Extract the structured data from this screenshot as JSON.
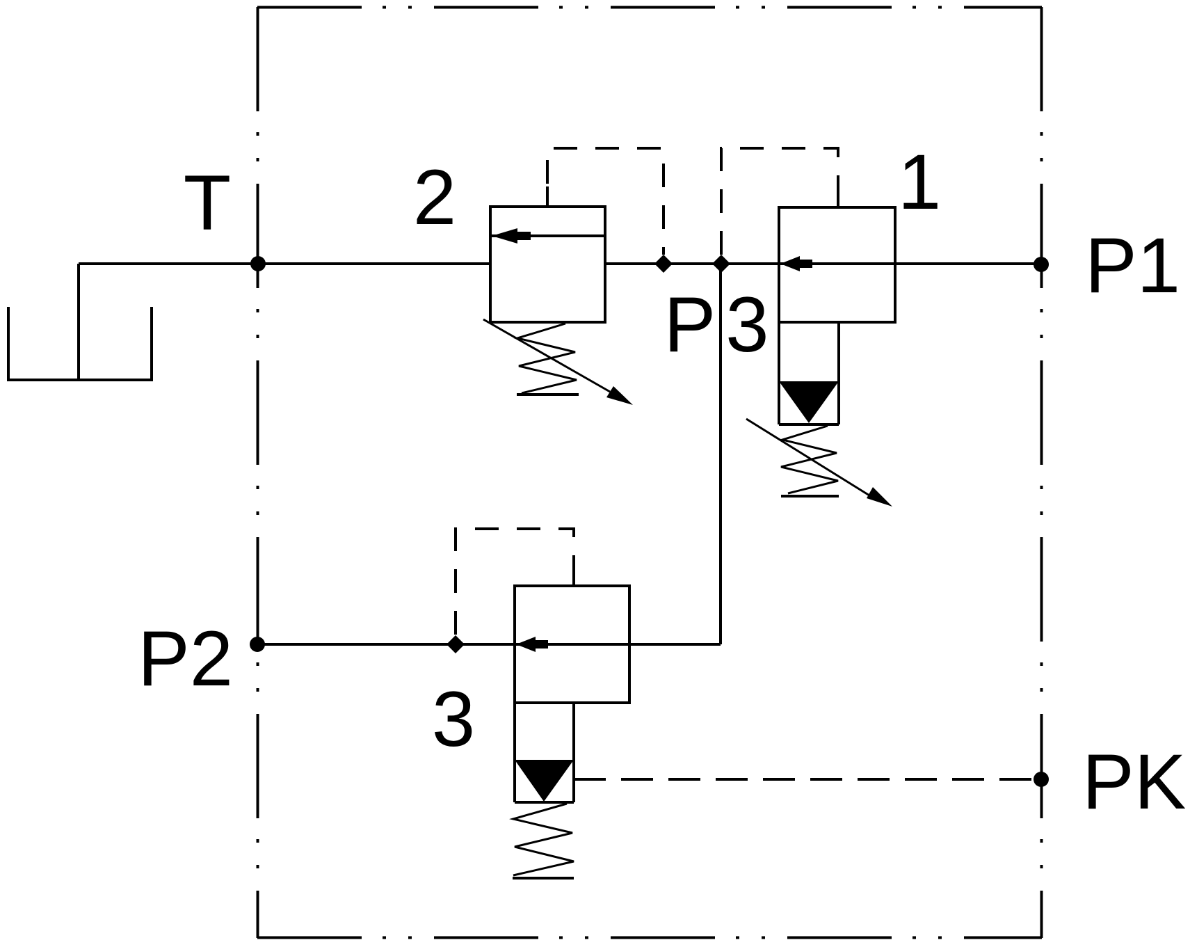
{
  "title": "Hydraulic manifold valve schematic",
  "ports": {
    "t": {
      "label": "T"
    },
    "p1": {
      "label": "P1"
    },
    "p2": {
      "label": "P2"
    },
    "p3": {
      "label": "P3"
    },
    "pk": {
      "label": "PK"
    }
  },
  "valves": {
    "v1": {
      "label": "1",
      "symbol": "spring-loaded poppet valve with adjustable spring, pilot line from P3 junction"
    },
    "v2": {
      "label": "2",
      "symbol": "spool valve with adjustable spring, pilot line to P3 junction"
    },
    "v3": {
      "label": "3",
      "symbol": "spring-loaded poppet valve, pilot line from P2 line, drain line to PK"
    }
  },
  "symbols": {
    "boundary": "phantom dash-dot-dot enclosure (manifold block)",
    "tank": "open tank symbol at T line",
    "port_marker": "filled circle",
    "pilot_junction_marker": "filled diamond"
  },
  "colors": {
    "line": "#000000",
    "background": "#ffffff"
  }
}
